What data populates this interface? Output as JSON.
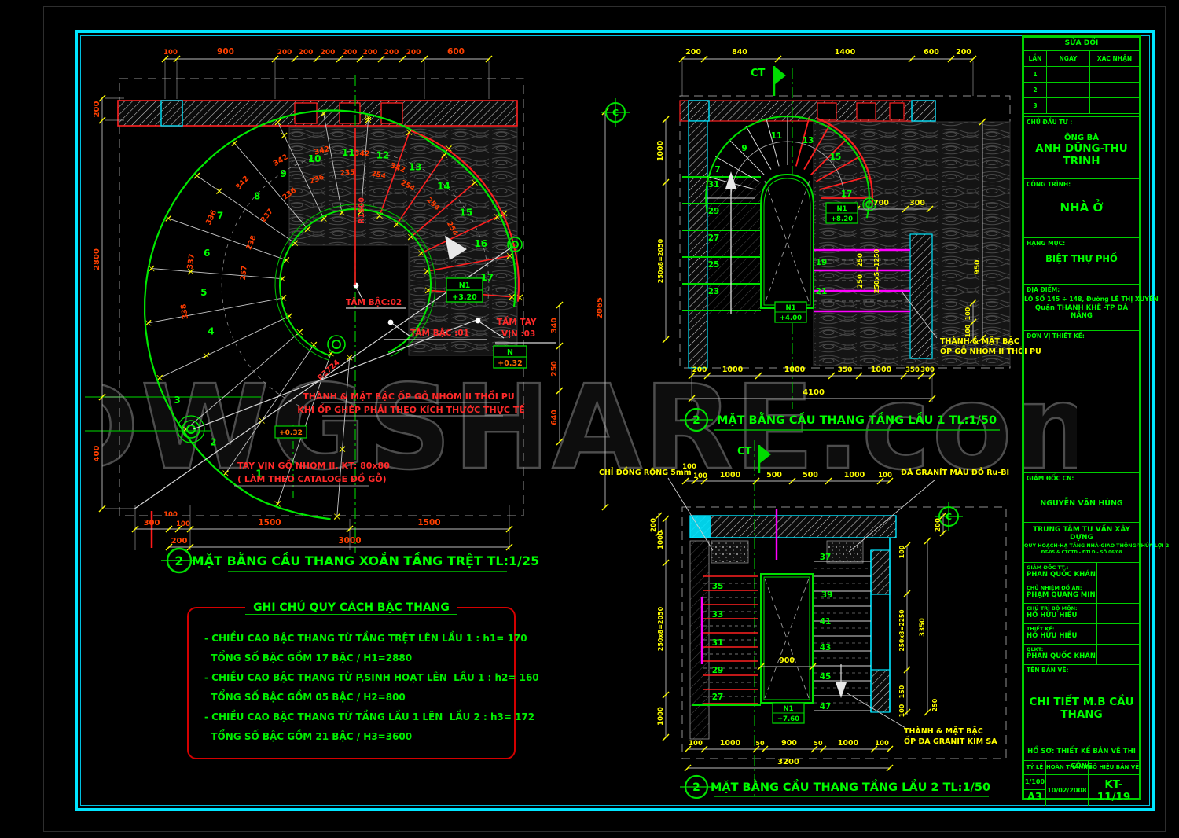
{
  "watermark": "DWGSHARE.com",
  "title_block": {
    "revision": {
      "title": "SỬA ĐỔI",
      "cols": [
        "LẦN",
        "NGÀY",
        "XÁC NHẬN"
      ],
      "rows": [
        "1",
        "2",
        "3"
      ]
    },
    "investor_label": "CHỦ ĐẦU TƯ :",
    "investor_line1": "ÔNG BÀ",
    "investor_line2": "ANH DŨNG-THU TRINH",
    "project_label": "CÔNG TRÌNH:",
    "project": "NHÀ Ở",
    "category_label": "HẠNG MỤC:",
    "category": "BIỆT THỰ PHỐ",
    "location_label": "ĐỊA ĐIỂM:",
    "location_line1": "LÔ SỐ 145 ÷ 148, Đường LÊ THỊ XUYẾN",
    "location_line2": "Quận THANH KHÊ -TP ĐÀ NẴNG",
    "design_unit_label": "ĐƠN VỊ THIẾT KẾ:",
    "director_label": "GIÁM ĐỐC CN:",
    "director": "NGUYỄN VĂN HÙNG",
    "center_line1": "TRUNG TÂM TƯ VẤN XÂY DỰNG",
    "center_line2": "QUY HOẠCH-HẠ TẦNG NHÀ-GIAO THÔNG-THỦY LỢI 2",
    "center_line3": "ĐT-05 & CTCTĐ  -  ĐTLĐ - SỐ 06/08",
    "signers": [
      {
        "label": "GIÁM ĐỐC TT :",
        "name": "PHAN QUỐC KHÁNH"
      },
      {
        "label": "CHỦ NHIỆM ĐỒ ÁN:",
        "name": "PHẠM QUANG MINH"
      },
      {
        "label": "CHỦ TRÌ BỘ MÔN:",
        "name": "HỒ HỮU HIẾU"
      },
      {
        "label": "THIẾT KẾ:",
        "name": "HỒ HỮU HIẾU"
      },
      {
        "label": "QLKT:",
        "name": "PHAN QUỐC KHÁNH"
      }
    ],
    "drawing_name_label": "TÊN BẢN VẼ:",
    "drawing_name": "CHI TIẾT M.B CẦU THANG",
    "dossier": "HỒ SƠ: THIẾT KẾ BẢN VẼ THI CÔNG",
    "footer_cols": [
      "TỶ LỆ",
      "HOÀN THÀNH",
      "SỐ HIỆU BẢN VẼ"
    ],
    "scale": "1/100",
    "paper": "A3",
    "date": "10/02/2008",
    "number": "KT-11/19"
  },
  "notes": {
    "title": "GHI CHÚ QUY CÁCH BẬC THANG",
    "lines": [
      "- CHIỀU CAO BẬC THANG TỪ TẦNG TRỆT LÊN LẦU 1 : h1= 170",
      "  TỔNG SỐ BẬC GỒM 17 BẬC / H1=2880",
      "- CHIỀU CAO BẬC THANG TỪ P,SINH HOẠT LÊN  LẦU 1 : h2= 160",
      "  TỔNG SỐ BẬC GỒM 05 BẬC / H2=800",
      "- CHIỀU CAO BẬC THANG TỪ TẦNG LẦU 1 LÊN  LẦU 2 : h3= 172",
      "  TỔNG SỐ BẬC GỒM 21 BẬC / H3=3600"
    ]
  },
  "spiral": {
    "bubble": "2",
    "title": "MẶT BẰNG CẦU THANG XOẮN TẦNG TRỆT  TL:1/25",
    "dims_top": [
      "100",
      "900",
      "200",
      "200",
      "200",
      "200",
      "200",
      "200",
      "200",
      "600"
    ],
    "dims_left": [
      "200",
      "2800",
      "400"
    ],
    "dims_right": [
      "340",
      "250",
      "640",
      "2065"
    ],
    "dims_bottom1": [
      "300",
      "100",
      "100",
      "1500",
      "1500"
    ],
    "dims_bottom2": [
      "200",
      "3000"
    ],
    "steps": [
      "1",
      "2",
      "3",
      "4",
      "5",
      "6",
      "7",
      "8",
      "9",
      "10",
      "11",
      "12",
      "13",
      "14",
      "15",
      "16",
      "17"
    ],
    "tread_outer": [
      "338",
      "337",
      "336",
      "342",
      "342",
      "342",
      "342",
      "342"
    ],
    "tread_inner": [
      "257",
      "238",
      "237",
      "236",
      "236",
      "235",
      "254",
      "254",
      "254",
      "254"
    ],
    "radius1": "R1500",
    "radius2": "R2724",
    "tam_bac_02": "TÂM BẬC:02",
    "tam_bac_01": "TÂM BẬC :01",
    "tam_tay_vin_1": "TẤM TAY",
    "tam_tay_vin_2": "VỊN :03",
    "lvl1_name": "N1",
    "lvl1_val": "+3.20",
    "lvl2_name": "N",
    "lvl2_val": "+0.32",
    "lvl3_val": "+0.32",
    "note1a": "THÀNH & MẶT BẬC ỐP GỖ NHÓM II THỔI PU",
    "note1b": "KHI ỐP GHÉP PHẢI THEO KÍCH THƯỚC THỰC TẾ",
    "note2a": "TAY VỊN GỖ NHÓM II, KT: 80x80",
    "note2b": "( LÀM THEO CATALOGE ĐỒ GỖ)"
  },
  "floor1": {
    "bubble": "2",
    "ct": "CT",
    "title": "MẶT BẰNG CẦU THANG TẦNG LẦU 1  TL:1/50",
    "dims_top": [
      "200",
      "840",
      "1400",
      "600",
      "200"
    ],
    "dims_bottom": [
      "200",
      "1000",
      "1000",
      "350",
      "1000",
      "350",
      "300"
    ],
    "dims_bottom_total": "4100",
    "dims_left": [
      "1000",
      "250x8=2050"
    ],
    "dims_right": [
      "950",
      "100",
      "100"
    ],
    "dims_mid": [
      "700",
      "300"
    ],
    "dims_250": [
      "250",
      "250",
      "250x5=1250"
    ],
    "steps_flight": [
      "31",
      "29",
      "27",
      "25",
      "23"
    ],
    "steps_arc": [
      "7",
      "9",
      "11",
      "13",
      "15",
      "17"
    ],
    "steps_right": [
      "19",
      "21"
    ],
    "lvl_top_name": "N1",
    "lvl_top_val": "+8.20",
    "lvl_bot_name": "N1",
    "lvl_bot_val": "+4.00",
    "note_a": "THÀNH & MẶT BẬC",
    "note_b": "ỐP GỖ NHÓM II THỔI PU",
    "axis": "C"
  },
  "floor2": {
    "bubble": "2",
    "ct": "CT",
    "title": "MẶT BẰNG CẦU THANG TẦNG LẦU 2  TL:1/50",
    "label_left": "CHỈ ĐỒNG RỘNG 5mm",
    "label_right": "ĐÁ GRANÍT MÀU ĐỎ Ru-BI",
    "dims_top": [
      "100",
      "100",
      "1000",
      "500",
      "500",
      "1000",
      "100"
    ],
    "dims_200_left": "200",
    "dims_200_right": "200",
    "dims_left": [
      "1000",
      "250x8=2050",
      "1000"
    ],
    "dims_right": [
      "100",
      "250x8=2250",
      "150",
      "100",
      "3350",
      "250"
    ],
    "dims_mid": "900",
    "dims_bottom": [
      "100",
      "1000",
      "50",
      "900",
      "50",
      "1000",
      "100"
    ],
    "dims_bottom_total": "3200",
    "steps_left": [
      "35",
      "33",
      "31",
      "29",
      "27"
    ],
    "steps_right": [
      "37",
      "39",
      "41",
      "43",
      "45",
      "47"
    ],
    "lvl_name": "N1",
    "lvl_val": "+7.60",
    "note_a": "THÀNH & MẶT BẬC",
    "note_b": "ỐP ĐÁ GRANIT KIM SA",
    "axis": "C"
  }
}
